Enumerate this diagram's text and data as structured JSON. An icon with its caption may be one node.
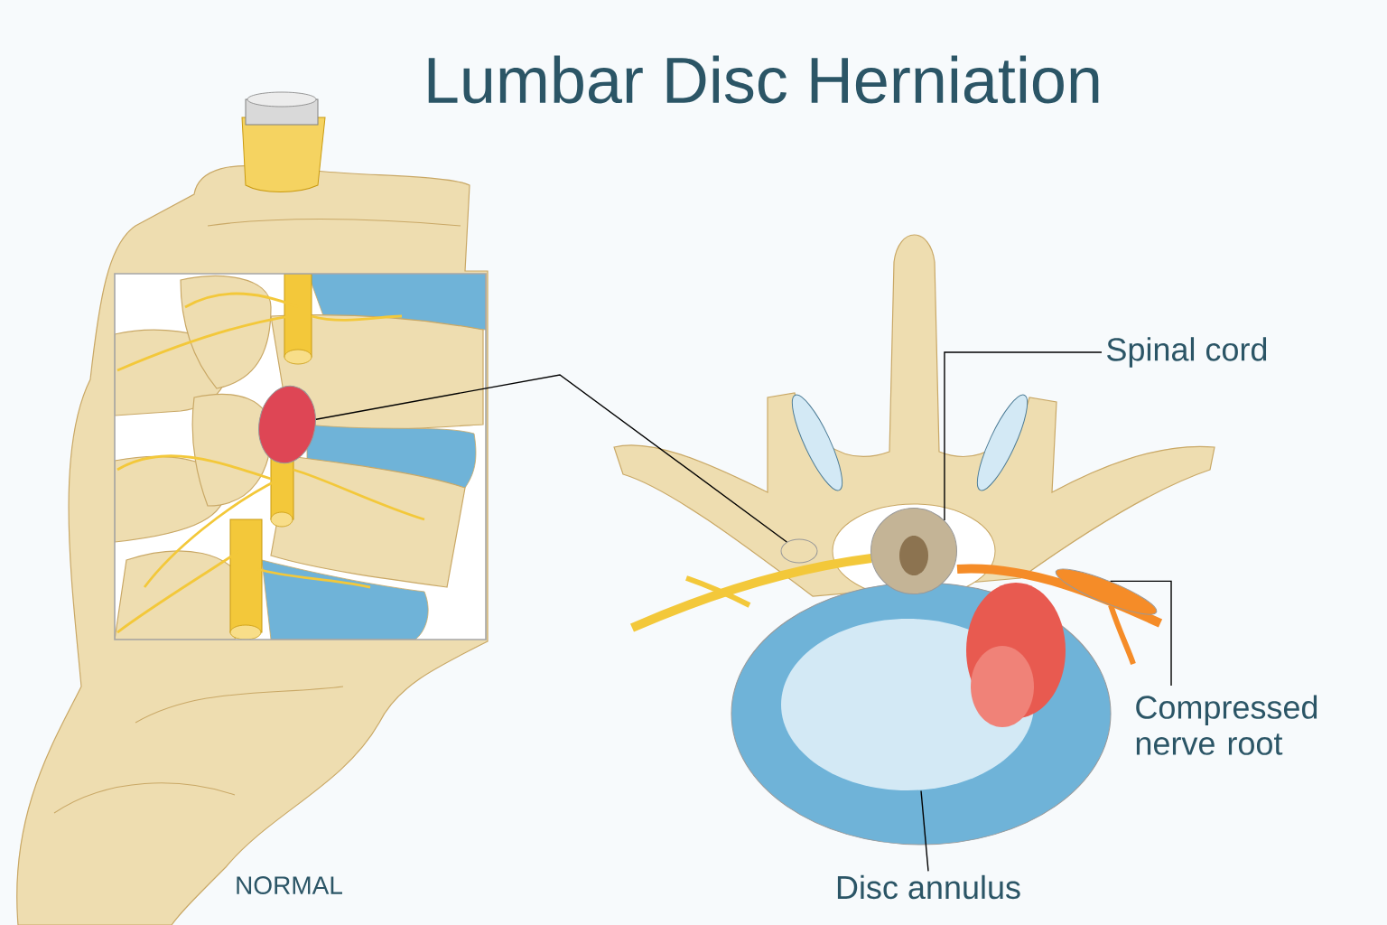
{
  "diagram": {
    "title": "Lumbar Disc Herniation",
    "nodes": [
      {
        "text": [
          "Spinal cord"
        ]
      },
      {
        "text": [],
        "shape": "circle"
      },
      {
        "text": [
          "Compressed nerve root"
        ]
      },
      {
        "text": [],
        "shape": "circle"
      },
      {
        "text": [
          "Disc annulus"
        ]
      },
      {
        "text": [],
        "shape": "circle"
      },
      {
        "text": [],
        "shape": "circle"
      },
      {
        "text": [],
        "shape": "circle"
      }
    ],
    "edges": [
      {
        "from": 0,
        "to": 1,
        "arrow": "none"
      },
      {
        "from": 2,
        "to": 3,
        "arrow": "none"
      },
      {
        "from": 4,
        "to": 5,
        "arrow": "none"
      },
      {
        "from": 6,
        "to": 7,
        "arrow": "none"
      }
    ],
    "labels": [
      "NORMAL"
    ]
  }
}
